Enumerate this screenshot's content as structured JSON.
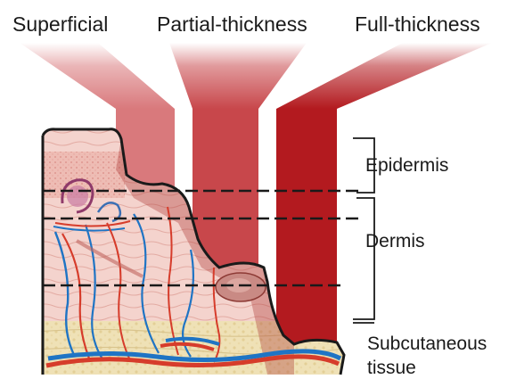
{
  "burn_types": [
    {
      "label": "Superficial",
      "color": "#d9797c"
    },
    {
      "label": "Partial-thickness",
      "color": "#c8474b"
    },
    {
      "label": "Full-thickness",
      "color": "#b31a1f"
    }
  ],
  "skin_layers": [
    {
      "label": "Epidermis"
    },
    {
      "label": "Dermis"
    },
    {
      "label": "Subcutaneous tissue"
    }
  ],
  "subcutaneous_lines": [
    "Subcutaneous",
    "tissue"
  ],
  "colors": {
    "skin": "#f4d3cd",
    "skin_line": "#e3aba3",
    "fat": "#efe1b6",
    "artery": "#d63c2b",
    "vein": "#1f74c4",
    "outline": "#1a1a1a"
  }
}
